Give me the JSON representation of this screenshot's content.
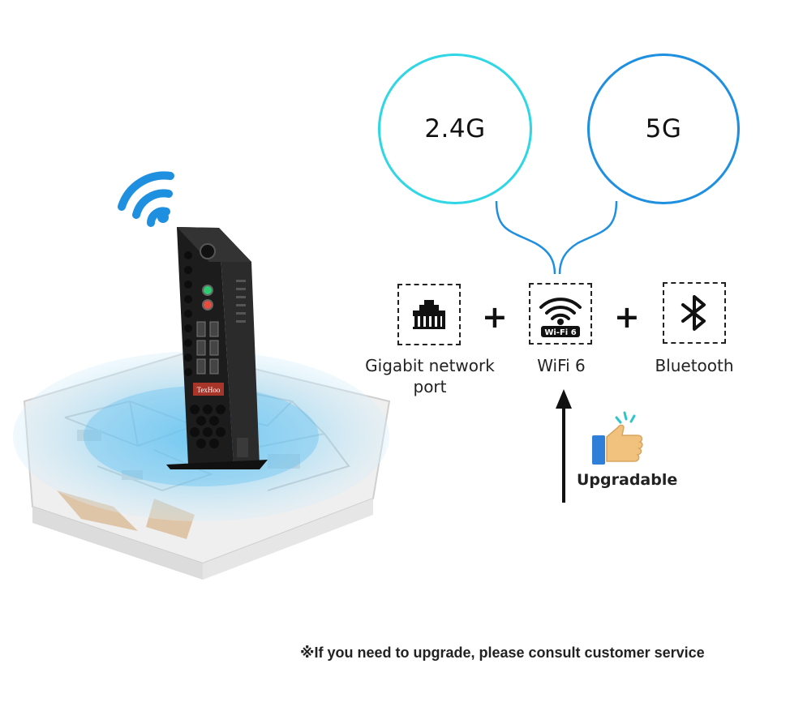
{
  "bands": {
    "band_24": "2.4G",
    "band_5": "5G"
  },
  "features": {
    "lan_label": "Gigabit network\nport",
    "lan_line1": "Gigabit network",
    "lan_line2": "port",
    "wifi_label": "WiFi 6",
    "wifi_badge": "Wi-Fi 6",
    "bt_label": "Bluetooth",
    "plus_sign": "+"
  },
  "upgrade": {
    "label": "Upgradable"
  },
  "device": {
    "brand": "TexHoo"
  },
  "footnote": "※If you need to upgrade, please consult customer service",
  "colors": {
    "band_24_ring": "#2fd6e3",
    "band_5_ring": "#1f8fe0",
    "connector": "#1f8fe0",
    "wifi_signal": "#1f8fe0",
    "coverage": "#8fd3f5",
    "device_body": "#1c1c1c",
    "brand_badge": "#c0392b"
  },
  "icons": {
    "lan": "ethernet-port-icon",
    "wifi": "wifi-6-icon",
    "bluetooth": "bluetooth-icon",
    "thumb": "thumbs-up-icon",
    "signal": "wifi-signal-icon"
  }
}
